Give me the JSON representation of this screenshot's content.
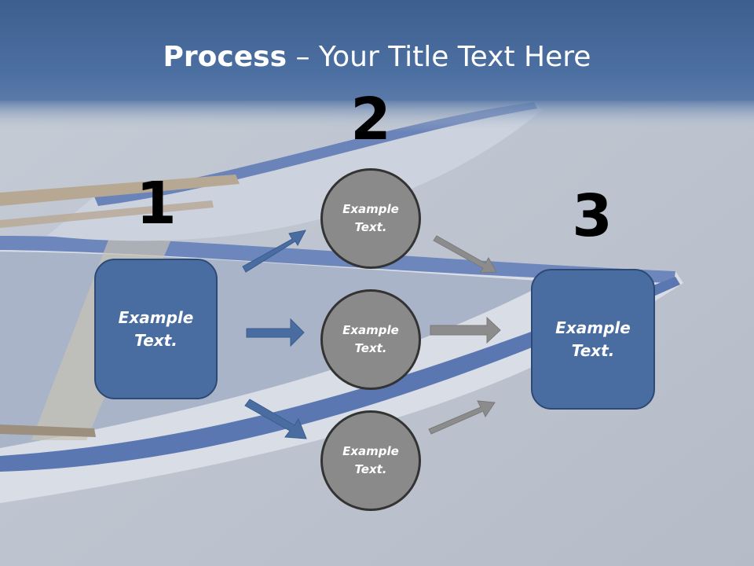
{
  "title": {
    "bold": "Process",
    "rest": " – Your Title Text Here"
  },
  "steps": [
    {
      "number": "1",
      "text": "Example\nText."
    },
    {
      "number": "2",
      "items": [
        "Example\nText.",
        "Example\nText.",
        "Example\nText."
      ]
    },
    {
      "number": "3",
      "text": "Example\nText."
    }
  ],
  "colors": {
    "box_fill": "#4a6da1",
    "circle_fill": "#8a8a8a",
    "blue_arrow": "#4a6da1",
    "gray_arrow": "#8c8c8c",
    "header": "#4a6b9a"
  }
}
